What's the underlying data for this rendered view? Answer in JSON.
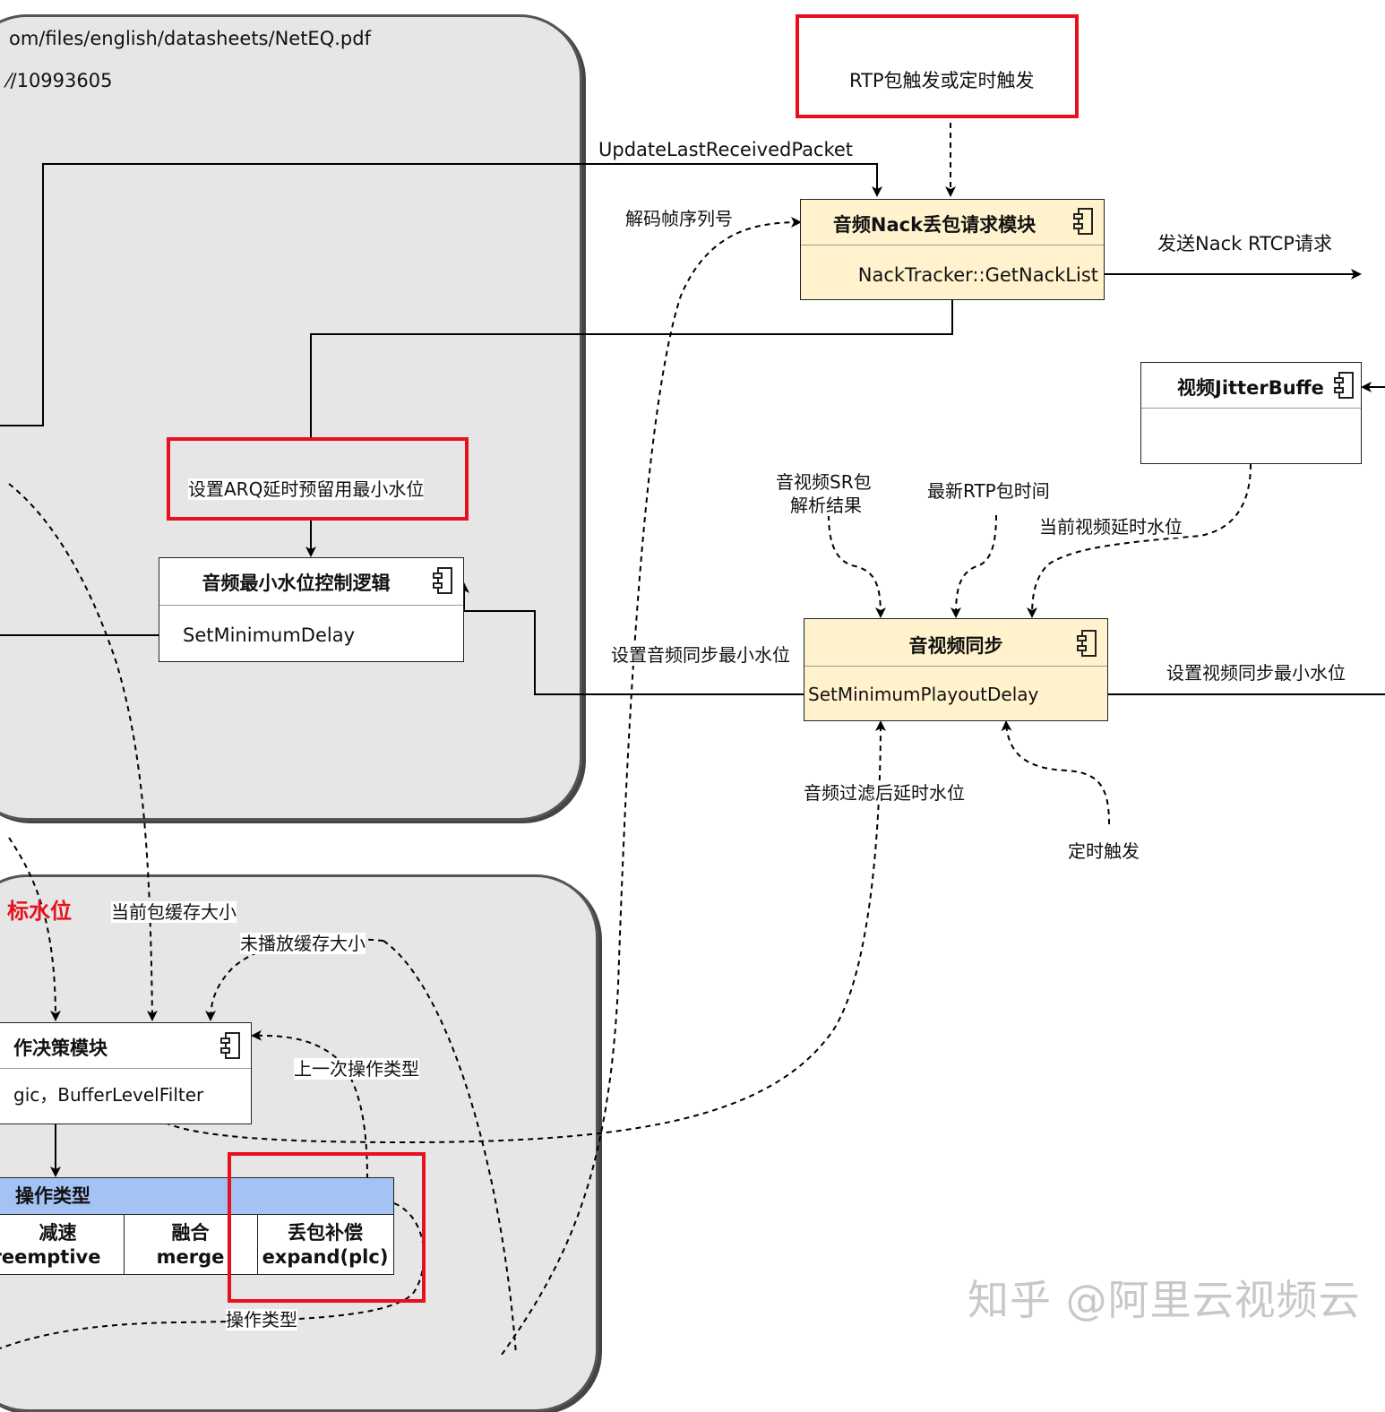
{
  "links": {
    "url1": "om/files/english/datasheets/NetEQ.pdf",
    "url2": "⁄/10993605"
  },
  "modules": {
    "nack": {
      "title": "音频Nack丢包请求模块",
      "method": "NackTracker::GetNackList"
    },
    "min_delay": {
      "title": "音频最小水位控制逻辑",
      "method": "SetMinimumDelay"
    },
    "av_sync": {
      "title": "音视频同步",
      "method": "SetMinimumPlayoutDelay"
    },
    "video_jb": {
      "title": "视频JitterBuffe",
      "method": ""
    },
    "decision": {
      "title": "操作决策模块",
      "title_visible": "作决策模块",
      "method": "gic，BufferLevelFilter"
    }
  },
  "highlights": {
    "rtp_trigger": "RTP包触发或定时触发",
    "arq_note": "设置ARQ延时预留用最小水位"
  },
  "labels": {
    "update_last": "UpdateLastReceivedPacket",
    "decode_seq": "解码帧序列号",
    "send_nack": "发送Nack RTCP请求",
    "sr_result_1": "音视频SR包",
    "sr_result_2": "解析结果",
    "latest_rtp": "最新RTP包时间",
    "video_delay": "当前视频延时水位",
    "set_audio_sync": "设置音频同步最小水位",
    "set_video_sync": "设置视频同步最小水位",
    "audio_filtered": "音频过滤后延时水位",
    "timer_trigger": "定时触发",
    "target_level": "目标水位",
    "target_level_visible": "标水位",
    "packet_buffer": "当前包缓存大小",
    "unplayed_buffer": "未播放缓存大小",
    "last_op": "上一次操作类型",
    "op_type_arrow": "操作类型"
  },
  "op_table": {
    "header": "操作类型",
    "cells": [
      {
        "cn": "减速",
        "en": "preemptive",
        "en_visible": "preemptive"
      },
      {
        "cn": "融合",
        "en": "merge"
      },
      {
        "cn": "丢包补偿",
        "en": "expand(plc)"
      }
    ]
  },
  "watermark": "知乎 @阿里云视频云",
  "colors": {
    "highlight_red": "#e8101c",
    "module_yellow": "#fff2cc",
    "table_header_blue": "#a4c2f4",
    "group_gray": "#e6e6e6",
    "watermark_gray": "#c8c8c8"
  }
}
